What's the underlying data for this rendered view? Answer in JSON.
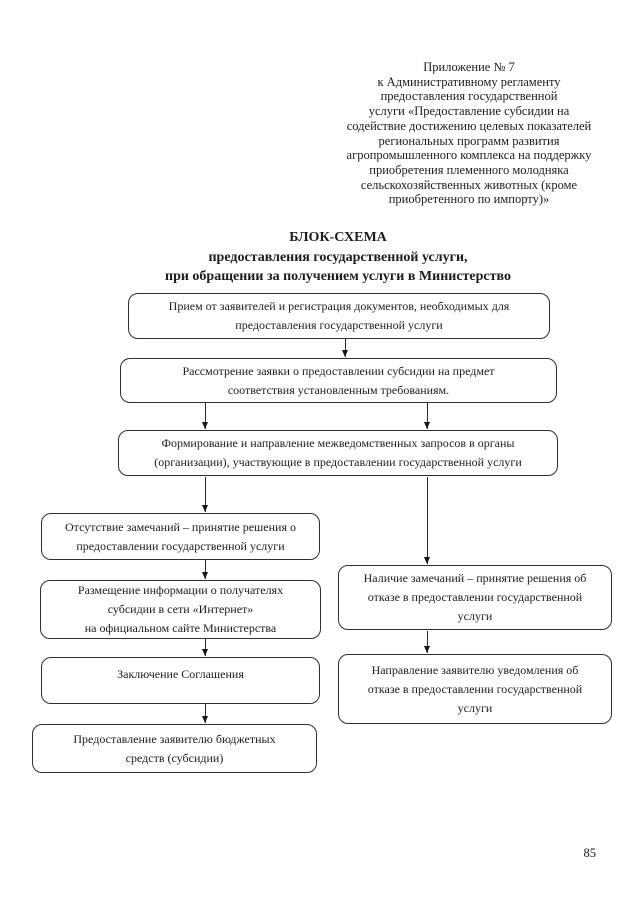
{
  "header": {
    "appendix": "Приложение № 7\nк Административному регламенту\nпредоставления государственной\nуслуги «Предоставление субсидии на\nсодействие достижению целевых показателей\nрегиональных программ развития\nагропромышленного комплекса на поддержку\nприобретения племенного молодняка\nсельскохозяйственных животных (кроме\nприобретенного по импорту)»"
  },
  "title": "БЛОК-СХЕМА\nпредоставления государственной услуги,\nпри обращении за получением услуги в Министерство",
  "flowchart": {
    "boxes": {
      "reception": "Прием от заявителей и регистрация документов, необходимых для\nпредоставления государственной услуги",
      "review": "Рассмотрение заявки о предоставлении субсидии на предмет\nсоответствия установленным требованиям.",
      "interagency": "Формирование и направление межведомственных запросов в органы\n(организации), участвующие в предоставлении государственной услуги",
      "no_remarks": "Отсутствие замечаний – принятие решения о\nпредоставлении государственной услуги",
      "info_web": "Размещение информации о получателях\nсубсидии в сети «Интернет»\nна официальном сайте Министерства",
      "agreement": "Заключение Соглашения",
      "funds": "Предоставление заявителю бюджетных\nсредств (субсидии)",
      "remarks": "Наличие замечаний – принятие решения об\nотказе в предоставлении государственной\nуслуги",
      "refusal_notice": "Направление заявителю уведомления об\nотказе в предоставлении государственной\nуслуги"
    }
  },
  "page": {
    "number": "85"
  }
}
